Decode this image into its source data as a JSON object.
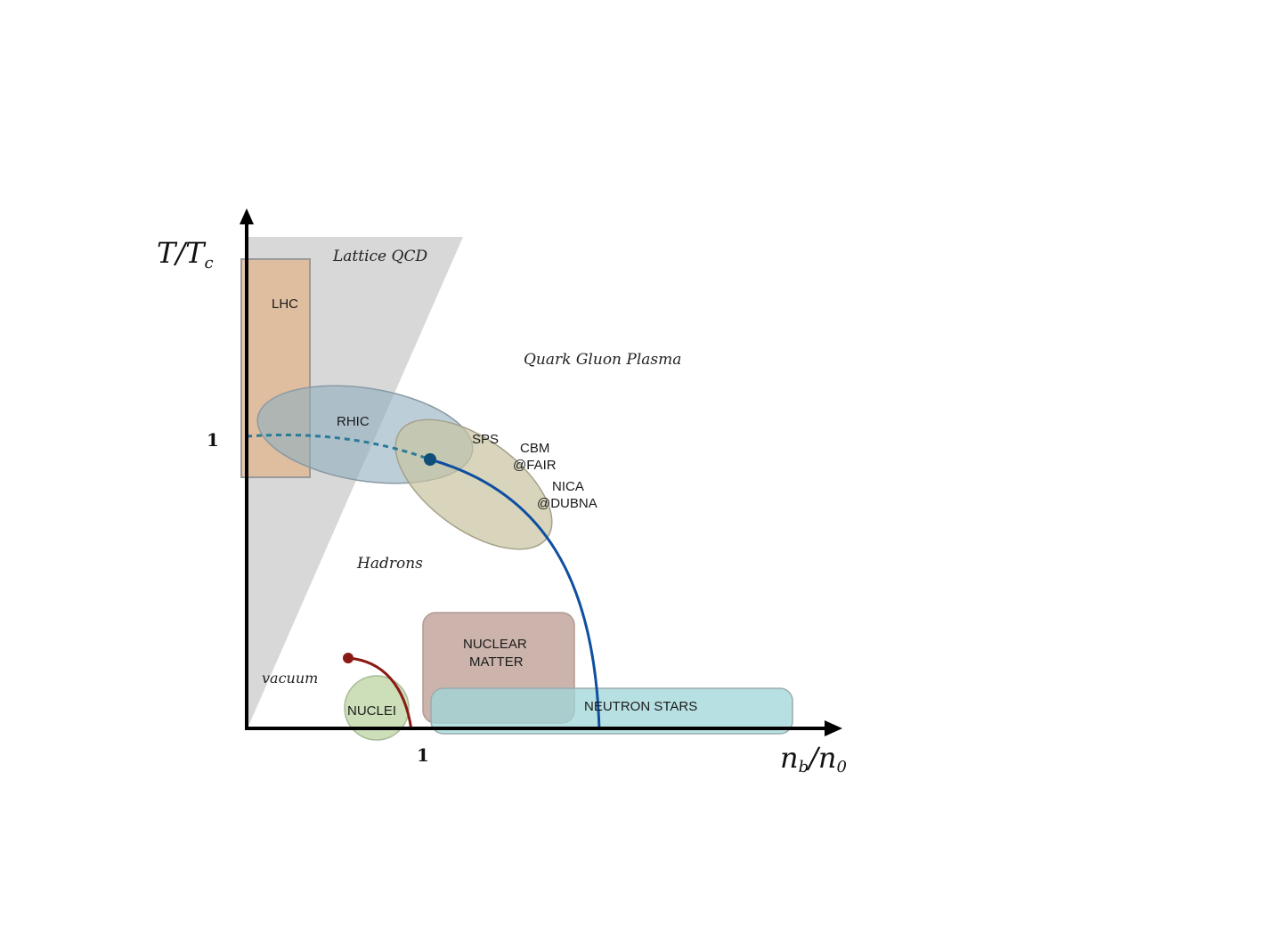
{
  "axes": {
    "y_title_main": "T/T",
    "y_title_sub": "c",
    "x_title_main": "n",
    "x_title_sub1": "b",
    "x_title_sep": "/n",
    "x_title_sub2": "0",
    "y_tick": "1",
    "x_tick": "1"
  },
  "regions": {
    "lattice_qcd": "Lattice QCD",
    "quark_gluon_plasma": "Quark Gluon Plasma",
    "hadrons": "Hadrons",
    "vacuum": "vacuum"
  },
  "experiments": {
    "lhc": "LHC",
    "rhic": "RHIC",
    "sps": "SPS",
    "cbm_line1": "CBM",
    "cbm_line2": "@FAIR",
    "nica_line1": "NICA",
    "nica_line2": "@DUBNA"
  },
  "matter": {
    "nuclear_line1": "NUCLEAR",
    "nuclear_line2": "MATTER",
    "neutron_stars": "NEUTRON STARS",
    "nuclei": "NUCLEI"
  },
  "colors": {
    "lattice_fill": "#d6d6d6",
    "lhc_fill": "#e2b48c",
    "rhic_fill": "#8fafbf",
    "sps_fill": "#c8c3a0",
    "nuclear_fill": "#c3a79f",
    "neutron_fill": "#9fd6d8",
    "nuclei_fill": "#c6dcb1",
    "phase_line": "#0f4fa0",
    "crossover": "#2a7a99",
    "liquid_gas_line": "#8b1a14",
    "axis": "#000000"
  }
}
